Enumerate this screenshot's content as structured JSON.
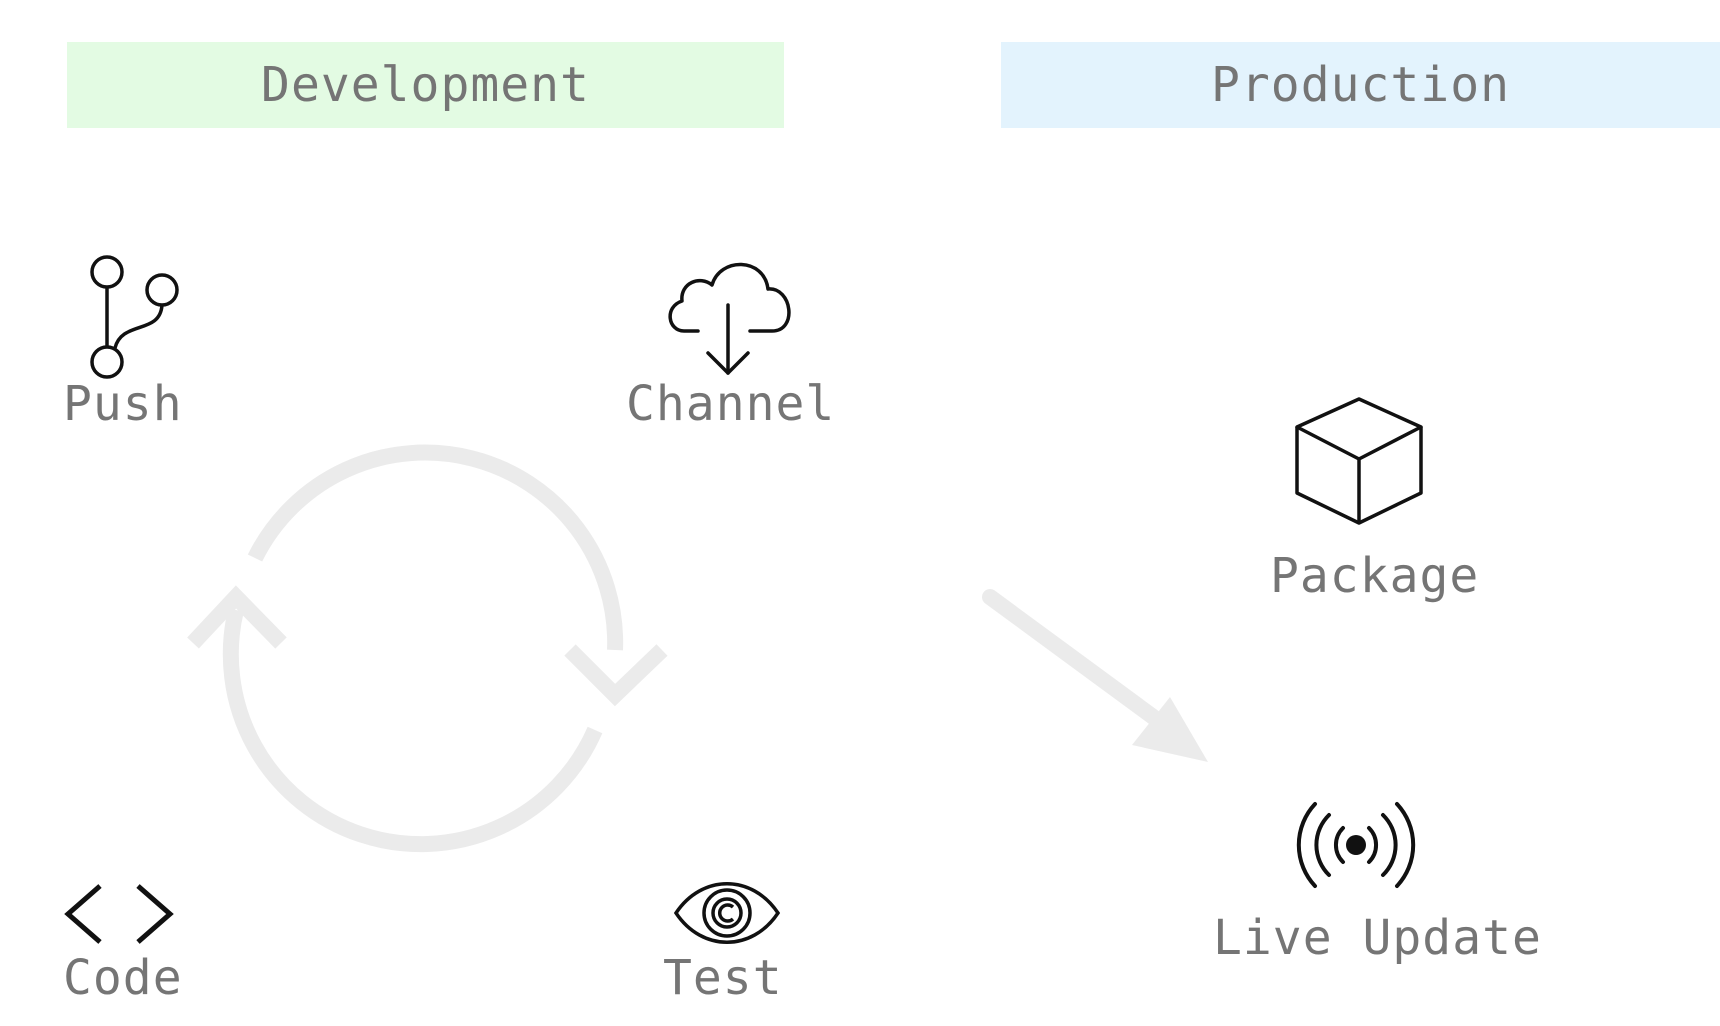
{
  "headers": {
    "development": "Development",
    "production": "Production"
  },
  "nodes": {
    "push": {
      "label": "Push",
      "icon": "git-branch-icon"
    },
    "channel": {
      "label": "Channel",
      "icon": "cloud-download-icon"
    },
    "code": {
      "label": "Code",
      "icon": "code-brackets-icon"
    },
    "test": {
      "label": "Test",
      "icon": "eye-icon"
    },
    "package": {
      "label": "Package",
      "icon": "package-box-icon"
    },
    "live_update": {
      "label": "Live Update",
      "icon": "broadcast-icon"
    }
  },
  "colors": {
    "development_header_bg": "#e3fbe3",
    "production_header_bg": "#e3f3fd",
    "label_text": "#757575",
    "arrow": "#ebebeb",
    "icon_stroke": "#111111"
  }
}
